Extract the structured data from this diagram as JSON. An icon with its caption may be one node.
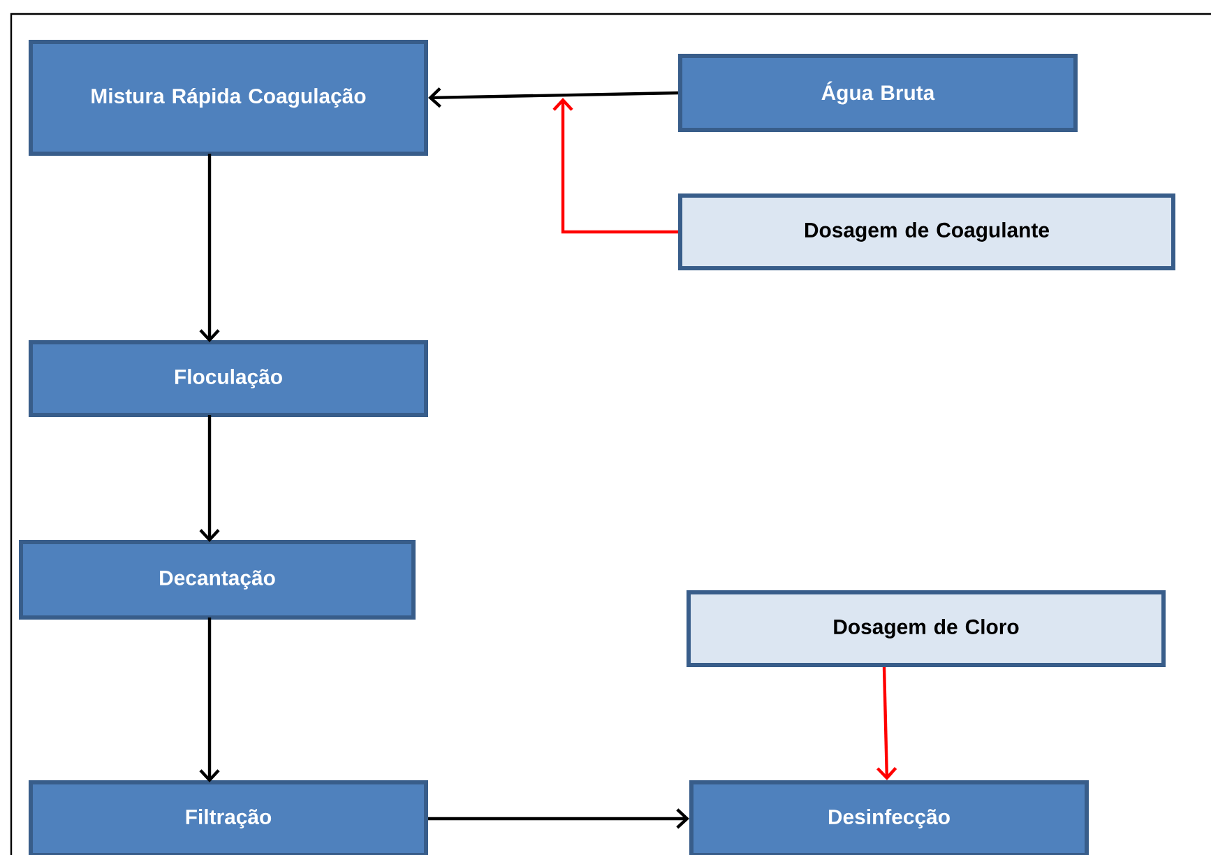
{
  "diagram": {
    "nodes": [
      {
        "text": [
          "Mistura Rápida Coagulação"
        ]
      },
      {
        "text": [
          "Água Bruta"
        ]
      },
      {
        "text": [
          "Dosagem de Coagulante"
        ]
      },
      {
        "text": [
          "Floculação"
        ]
      },
      {
        "text": [
          "Decantação"
        ]
      },
      {
        "text": [
          "Dosagem de Cloro"
        ]
      },
      {
        "text": [
          "Filtração"
        ]
      },
      {
        "text": [
          "Desinfecção"
        ]
      }
    ],
    "edges": [
      {
        "from": 1,
        "to": 0,
        "arrow": "to"
      },
      {
        "from": 2,
        "to": null,
        "arrow": "to",
        "color": "#ff0000"
      },
      {
        "from": 0,
        "to": 3,
        "arrow": "to"
      },
      {
        "from": 3,
        "to": 4,
        "arrow": "to"
      },
      {
        "from": 4,
        "to": 6,
        "arrow": "to"
      },
      {
        "from": 5,
        "to": 7,
        "arrow": "to",
        "color": "#ff0000"
      },
      {
        "from": 6,
        "to": 7,
        "arrow": "to"
      }
    ]
  }
}
